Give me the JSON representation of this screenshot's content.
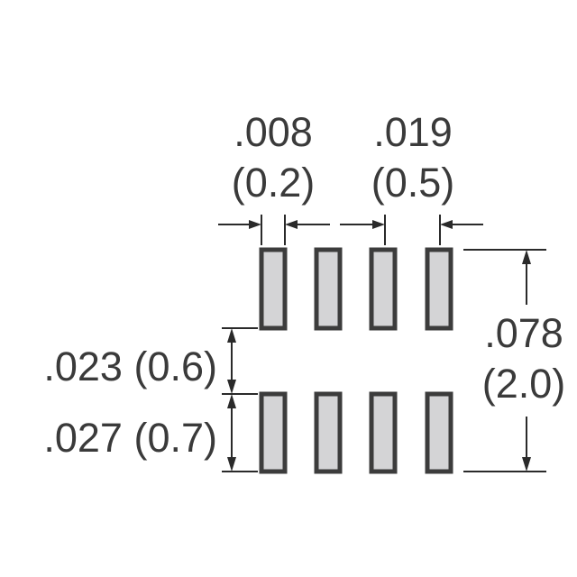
{
  "diagram": {
    "colors": {
      "pad_fill": "#d4d4d6",
      "pad_outline": "#3c3c3c",
      "line": "#2a2a2a",
      "text": "#3a3a3a"
    },
    "pad_rows": 2,
    "pad_columns": 4,
    "labels": {
      "pad_width": {
        "inch": ".008",
        "mm": "(0.2)"
      },
      "pitch": {
        "inch": ".019",
        "mm": "(0.5)"
      },
      "gap": ".023 (0.6)",
      "pad_length": ".027 (0.7)",
      "overall": {
        "inch": ".078",
        "mm": "(2.0)"
      }
    }
  }
}
